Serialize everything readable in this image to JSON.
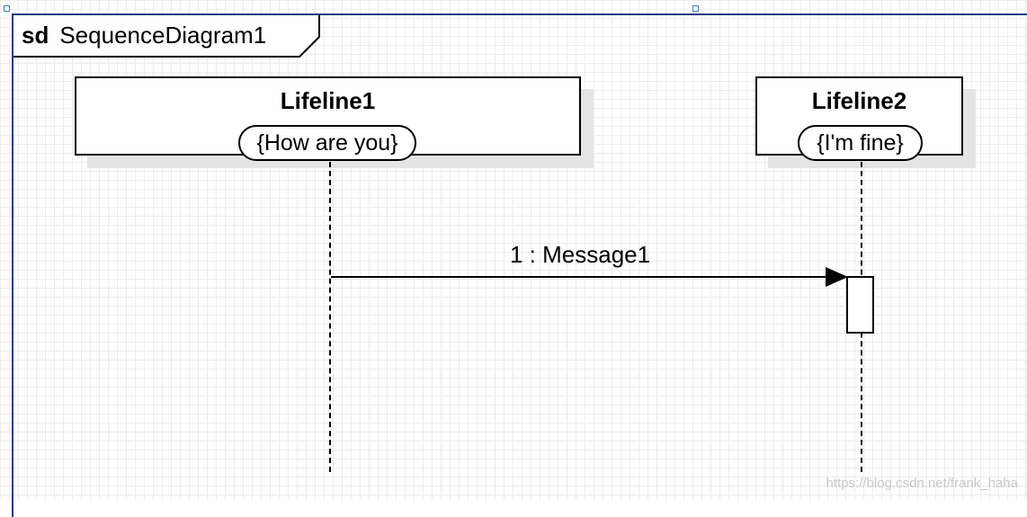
{
  "frame": {
    "keyword": "sd",
    "name": "SequenceDiagram1"
  },
  "lifelines": [
    {
      "name": "Lifeline1",
      "constraint": "{How are you}"
    },
    {
      "name": "Lifeline2",
      "constraint": "{I'm fine}"
    }
  ],
  "messages": [
    {
      "label": "1 : Message1",
      "from": "Lifeline1",
      "to": "Lifeline2"
    }
  ],
  "watermark": "https://blog.csdn.net/frank_haha",
  "colors": {
    "frame_border": "#1f3c88",
    "selection_handle": "#3b7ad6"
  }
}
